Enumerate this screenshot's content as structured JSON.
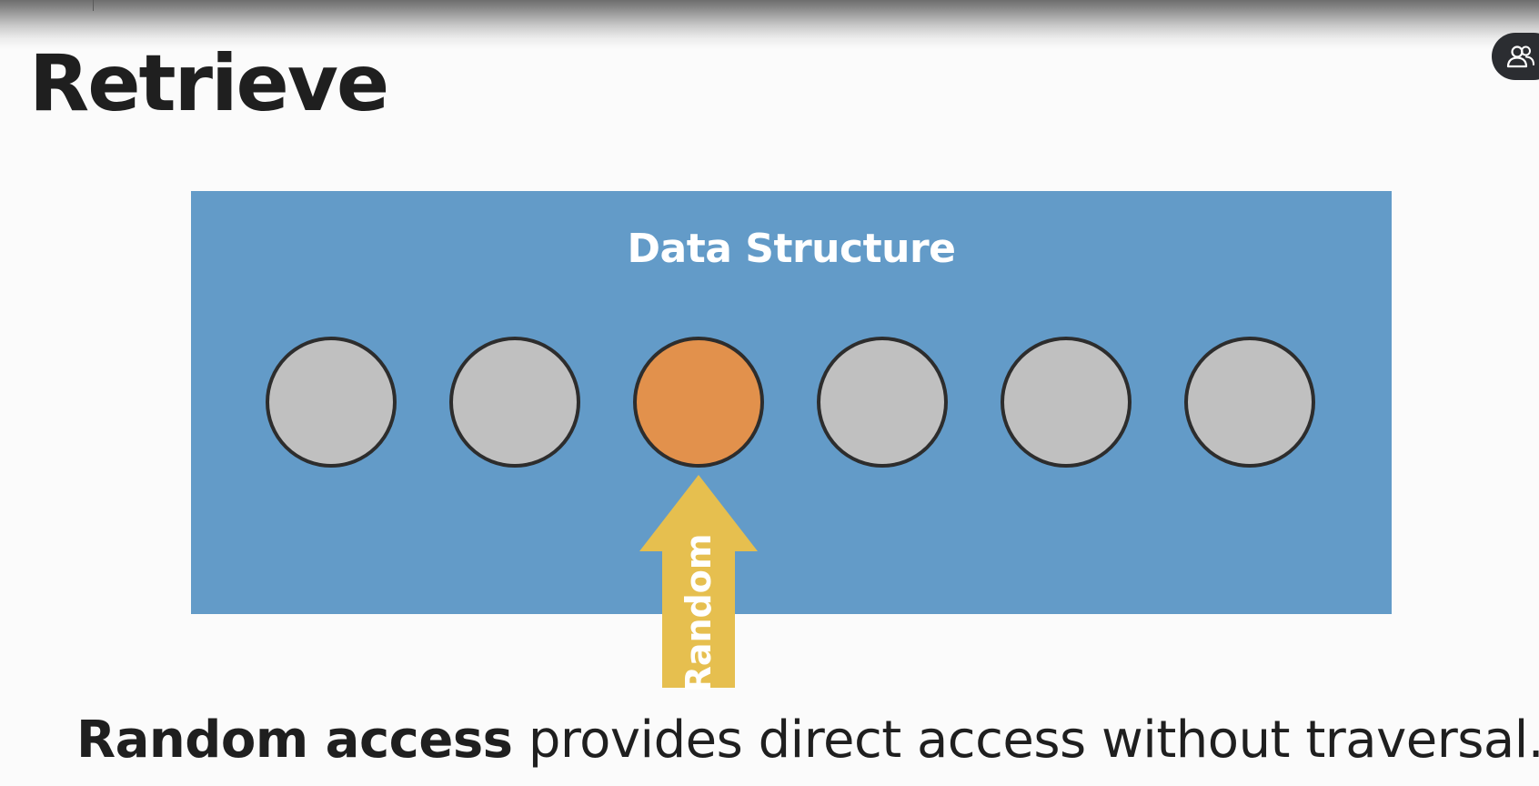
{
  "slide": {
    "title": "Retrieve"
  },
  "diagram": {
    "container_label": "Data Structure",
    "nodes": [
      {
        "state": "default"
      },
      {
        "state": "default"
      },
      {
        "state": "selected"
      },
      {
        "state": "default"
      },
      {
        "state": "default"
      },
      {
        "state": "default"
      }
    ],
    "selected_index": 2,
    "arrow_label": "Random"
  },
  "caption": {
    "bold_text": "Random access",
    "rest_text": " provides direct access without traversal."
  },
  "toolbar": {
    "participants_icon": "participants-icon"
  },
  "colors": {
    "container": "#639bc8",
    "node_default": "#c0c0c0",
    "node_selected": "#e2914c",
    "node_border": "#2d2d2d",
    "arrow": "#e6bf4f",
    "text_dark": "#1f1f1f",
    "text_light": "#ffffff"
  }
}
